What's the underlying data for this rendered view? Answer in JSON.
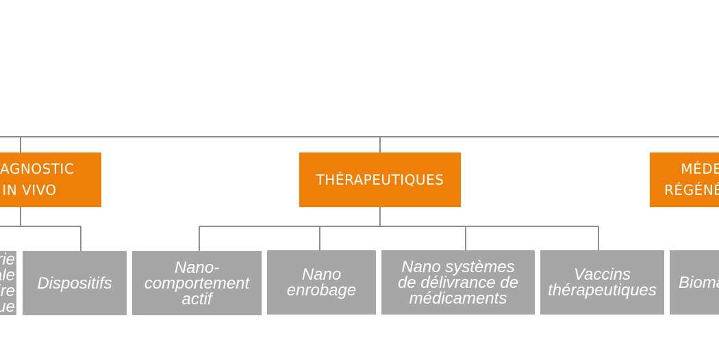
{
  "categories": {
    "diagnostic": {
      "label": "DIAGNOSTIC\nIN VIVO",
      "color": "#ee8009"
    },
    "therapeutiques": {
      "label": "THÉRAPEUTIQUES",
      "color": "#ee8009"
    },
    "medecine": {
      "label": "MÉDECINE\nRÉGÉNÉRATIVE",
      "color": "#ee8009"
    }
  },
  "leaves": {
    "diag_1": {
      "label": "Imagerie\nmédicale\nmoléculaire\nnue"
    },
    "dispositifs": {
      "label": "Dispositifs"
    },
    "nano_comportement": {
      "label": "Nano-\ncomportement\nactif"
    },
    "nano_enrobage": {
      "label": "Nano\nenrobage"
    },
    "nano_systemes": {
      "label": "Nano systèmes\nde délivrance de\nmédicaments"
    },
    "vaccins": {
      "label": "Vaccins\nthérapeutiques"
    },
    "biomateriaux": {
      "label": "Biomatériaux"
    }
  },
  "colors": {
    "category": "#ee8009",
    "leaf": "#a7a6a6",
    "line": "#8d8d8d"
  }
}
